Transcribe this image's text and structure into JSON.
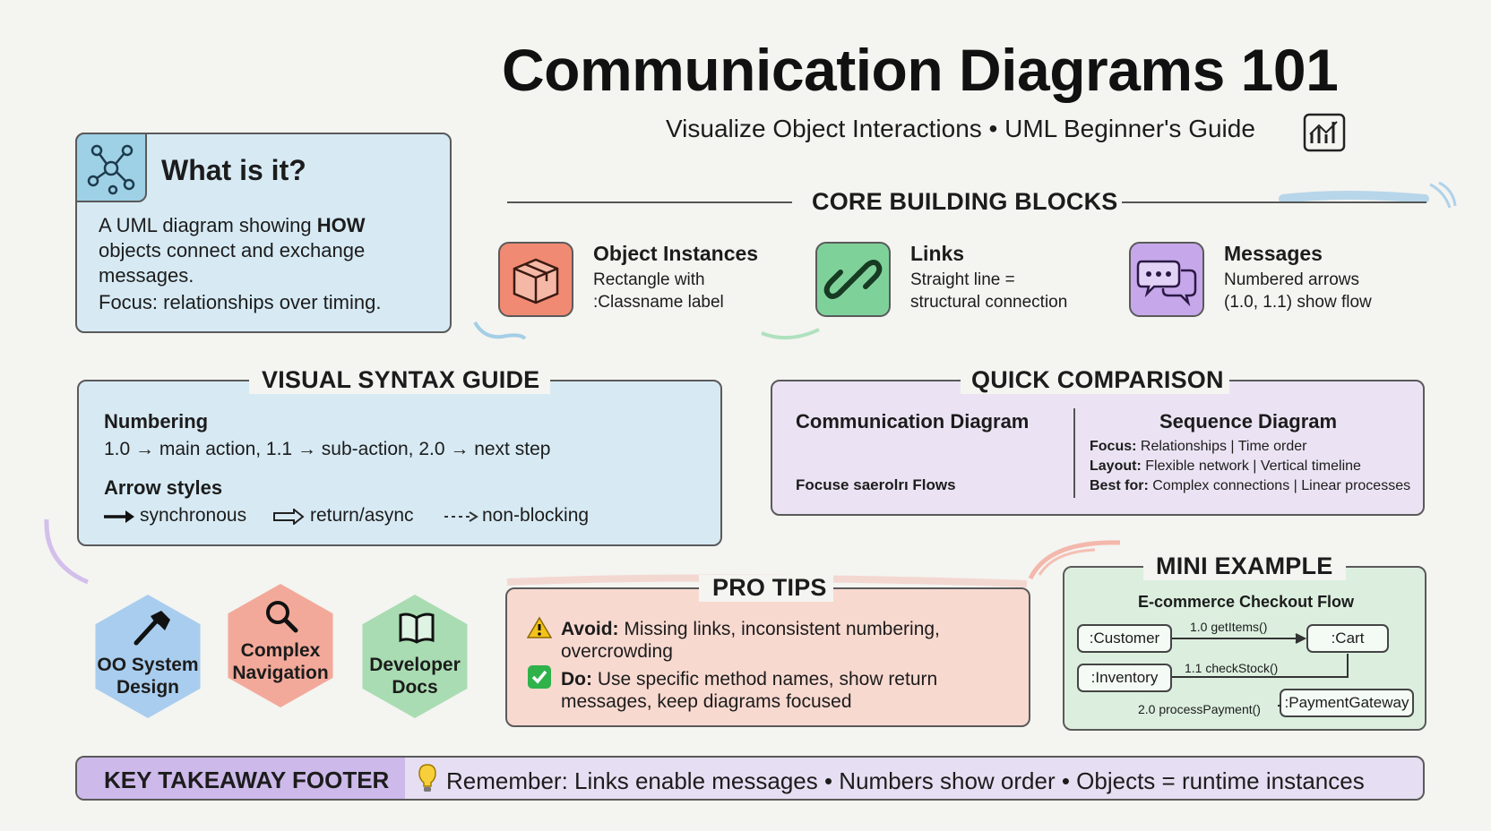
{
  "header": {
    "title": "Communication Diagrams 101",
    "subtitle": "Visualize Object Interactions • UML Beginner's Guide",
    "subtitle_icon": "chart-icon"
  },
  "what_is_it": {
    "title": "What is it?",
    "icon": "network-icon",
    "line1_pre": "A UML diagram showing ",
    "line1_bold": "HOW",
    "line2": "objects connect and exchange",
    "line3": "messages.",
    "line4": "Focus: relationships over timing."
  },
  "core": {
    "heading": "CORE BUILDING BLOCKS",
    "blocks": [
      {
        "title": "Object Instances",
        "desc1": "Rectangle with",
        "desc2": ":Classname label",
        "icon": "box-icon",
        "color": "#f08a72"
      },
      {
        "title": "Links",
        "desc1": "Straight line =",
        "desc2": "structural connection",
        "icon": "link-icon",
        "color": "#7fd19a"
      },
      {
        "title": "Messages",
        "desc1": "Numbered arrows",
        "desc2": "(1.0, 1.1) show flow",
        "icon": "chat-icon",
        "color": "#c6a8ea"
      }
    ]
  },
  "syntax": {
    "heading": "VISUAL SYNTAX GUIDE",
    "numbering_label": "Numbering",
    "numbering_text": "1.0 → main action,  1.1 → sub-action,  2.0 → next step",
    "arrow_label": "Arrow styles",
    "arrow_sync": "synchronous",
    "arrow_return": "return/async",
    "arrow_nonblocking": "non-blocking"
  },
  "comparison": {
    "heading": "QUICK COMPARISON",
    "left_title": "Communication Diagram",
    "left_note": "Focuse saerolrı Flows",
    "right_title": "Sequence Diagram",
    "rows": [
      {
        "label": "Focus:",
        "text": "Relationships | Time order"
      },
      {
        "label": "Layout:",
        "text": "Flexible network | Vertical timeline"
      },
      {
        "label": "Best for:",
        "text": "Complex connections | Linear processes"
      }
    ]
  },
  "use_cases": [
    {
      "line1": "OO System",
      "line2": "Design",
      "icon": "hammer-icon",
      "color": "#a9cdee"
    },
    {
      "line1": "Complex",
      "line2": "Navigation",
      "icon": "search-icon",
      "color": "#f3a99a"
    },
    {
      "line1": "Developer",
      "line2": "Docs",
      "icon": "book-icon",
      "color": "#a9dcb2"
    }
  ],
  "tips": {
    "heading": "PRO TIPS",
    "avoid_label": "Avoid:",
    "avoid_text1": "Missing links, inconsistent numbering,",
    "avoid_text2": "overcrowding",
    "do_label": "Do:",
    "do_text1": "Use specific method names, show return",
    "do_text2": "messages, keep diagrams focused"
  },
  "mini": {
    "heading": "MINI EXAMPLE",
    "subtitle": "E-commerce Checkout Flow",
    "objects": [
      ":Customer",
      ":Cart",
      ":Inventory",
      ":PaymentGateway"
    ],
    "messages": [
      "1.0 getItems()",
      "1.1 checkStock()",
      "2.0 processPayment()"
    ]
  },
  "footer": {
    "label": "KEY TAKEAWAY FOOTER",
    "text": "Remember: Links enable messages • Numbers show order • Objects = runtime instances"
  }
}
